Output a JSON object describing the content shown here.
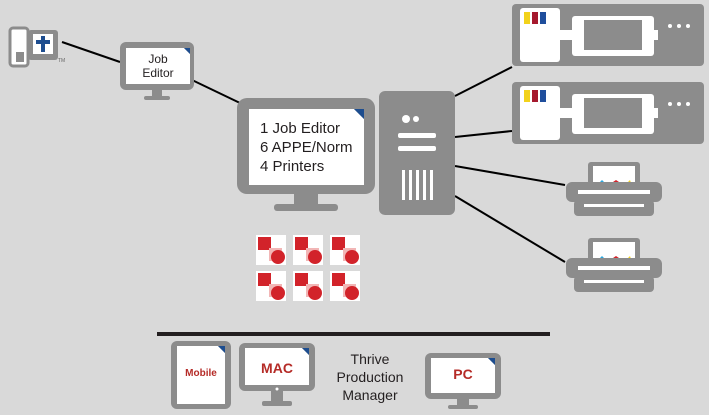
{
  "diagram": {
    "logo": {
      "name": "thrive-logo",
      "letter": "t",
      "tm": "TM"
    },
    "job_editor_label": [
      "Job",
      "Editor"
    ],
    "server_screen_lines": [
      "1 Job Editor",
      "6 APPE/Norm",
      "4 Printers"
    ],
    "thrive_label": [
      "Thrive",
      "Production",
      "Manager"
    ],
    "devices": {
      "mobile": "Mobile",
      "mac": "MAC",
      "pc": "PC"
    },
    "rip_icon_count": 6,
    "printers": [
      {
        "type": "wide-format",
        "ink_colors": [
          "#f2d21b",
          "#a6192e",
          "#1f4e9c"
        ]
      },
      {
        "type": "wide-format",
        "ink_colors": [
          "#f2d21b",
          "#a6192e",
          "#1f4e9c"
        ]
      },
      {
        "type": "desktop"
      },
      {
        "type": "desktop"
      }
    ],
    "colors": {
      "background": "#d9d9d9",
      "device_gray": "#8c8c8c",
      "screen_white": "#ffffff",
      "accent_blue": "#1d4d8f",
      "rip_red": "#d2232a",
      "line": "#000000"
    }
  }
}
